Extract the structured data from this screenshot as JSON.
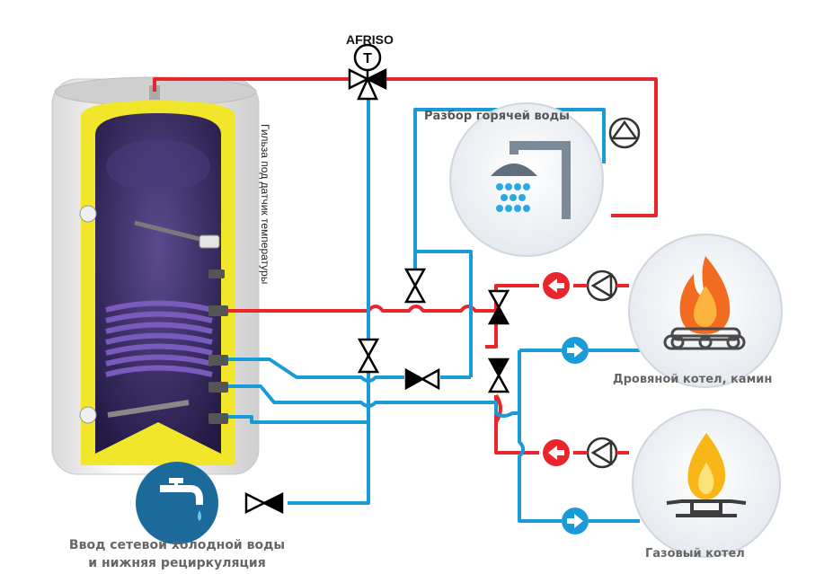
{
  "labels": {
    "afriso": "AFRISO",
    "mixer_symbol": "T",
    "hot_water_draw": "Разбор горячей воды",
    "wood_boiler": "Дровяной котел, камин",
    "gas_boiler": "Газовый котел",
    "cold_input_line1": "Ввод  сетевой холодной воды",
    "cold_input_line2": "и нижняя рециркуляция",
    "sensor_sleeve": "Гильза под датчик температуры"
  },
  "colors": {
    "hot_pipe": "#e8262b",
    "cold_pipe": "#1a9ad6",
    "tank_insulation": "#f2e62a",
    "tank_inner": "#3b2a6e",
    "coil": "#6a4aa8",
    "circle_bg": "#eef2f6",
    "flame": "#f36b21",
    "gas_flame": "#f8b617",
    "tap_circle": "#1c6a9c"
  }
}
